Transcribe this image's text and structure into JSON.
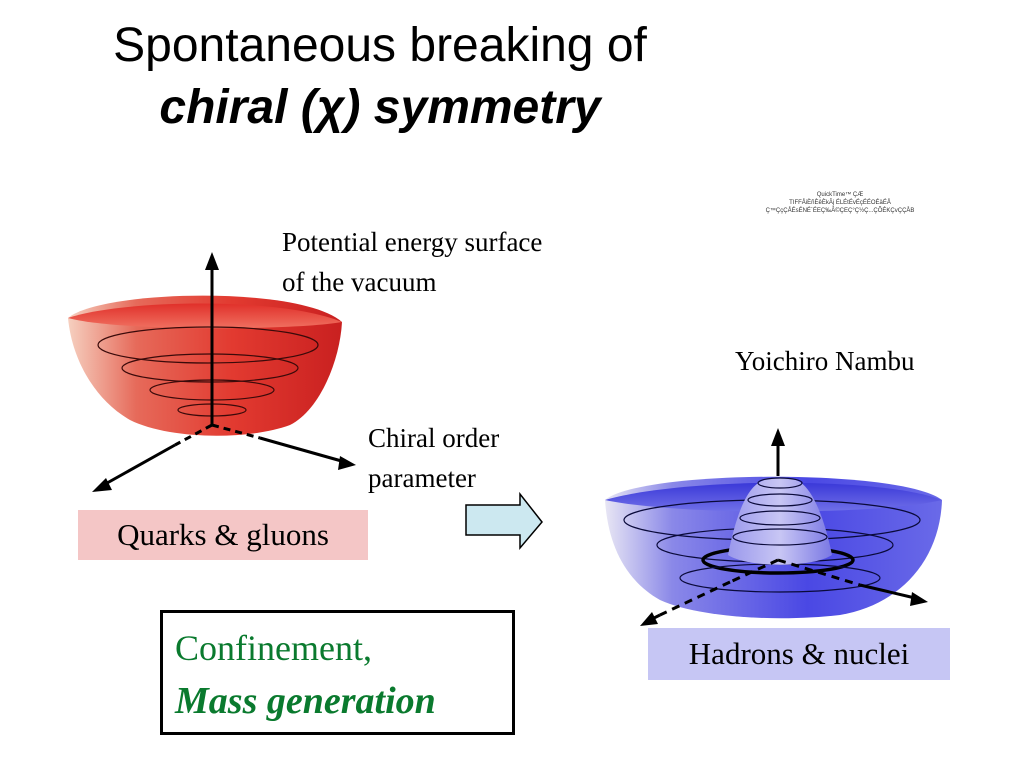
{
  "title": {
    "line1": "Spontaneous breaking of",
    "line2": "chiral (χ) symmetry"
  },
  "labels": {
    "potential_line1": "Potential energy surface",
    "potential_line2": "of the vacuum",
    "chiral_line1": "Chiral order",
    "chiral_line2": "parameter",
    "nambu": "Yoichiro Nambu",
    "quicktime_line1": "QuickTime™ ÇÆ",
    "quicktime_line2": "TIFFÅiÈñÈêÈkÂj ÉLÉtÉvÉçÉÉOÉäÉÅ",
    "quicktime_line3": "Ç™ÇçÇÅÉsÉNÉ`ÉEÇ‰Â©ÇEÇ°Ç½Ç...ÇÕÉKÇvÇÇÅB"
  },
  "boxes": {
    "quarks": "Quarks & gluons",
    "hadrons": "Hadrons & nuclei",
    "confinement": "Confinement,",
    "mass": "Mass generation"
  },
  "colors": {
    "red_bowl": "#e84040",
    "blue_bowl": "#4040e0",
    "quarks_bg": "#f4c6c6",
    "hadrons_bg": "#c6c6f4",
    "green_text": "#0a7a2e",
    "arrow_fill": "#cce8f0"
  }
}
